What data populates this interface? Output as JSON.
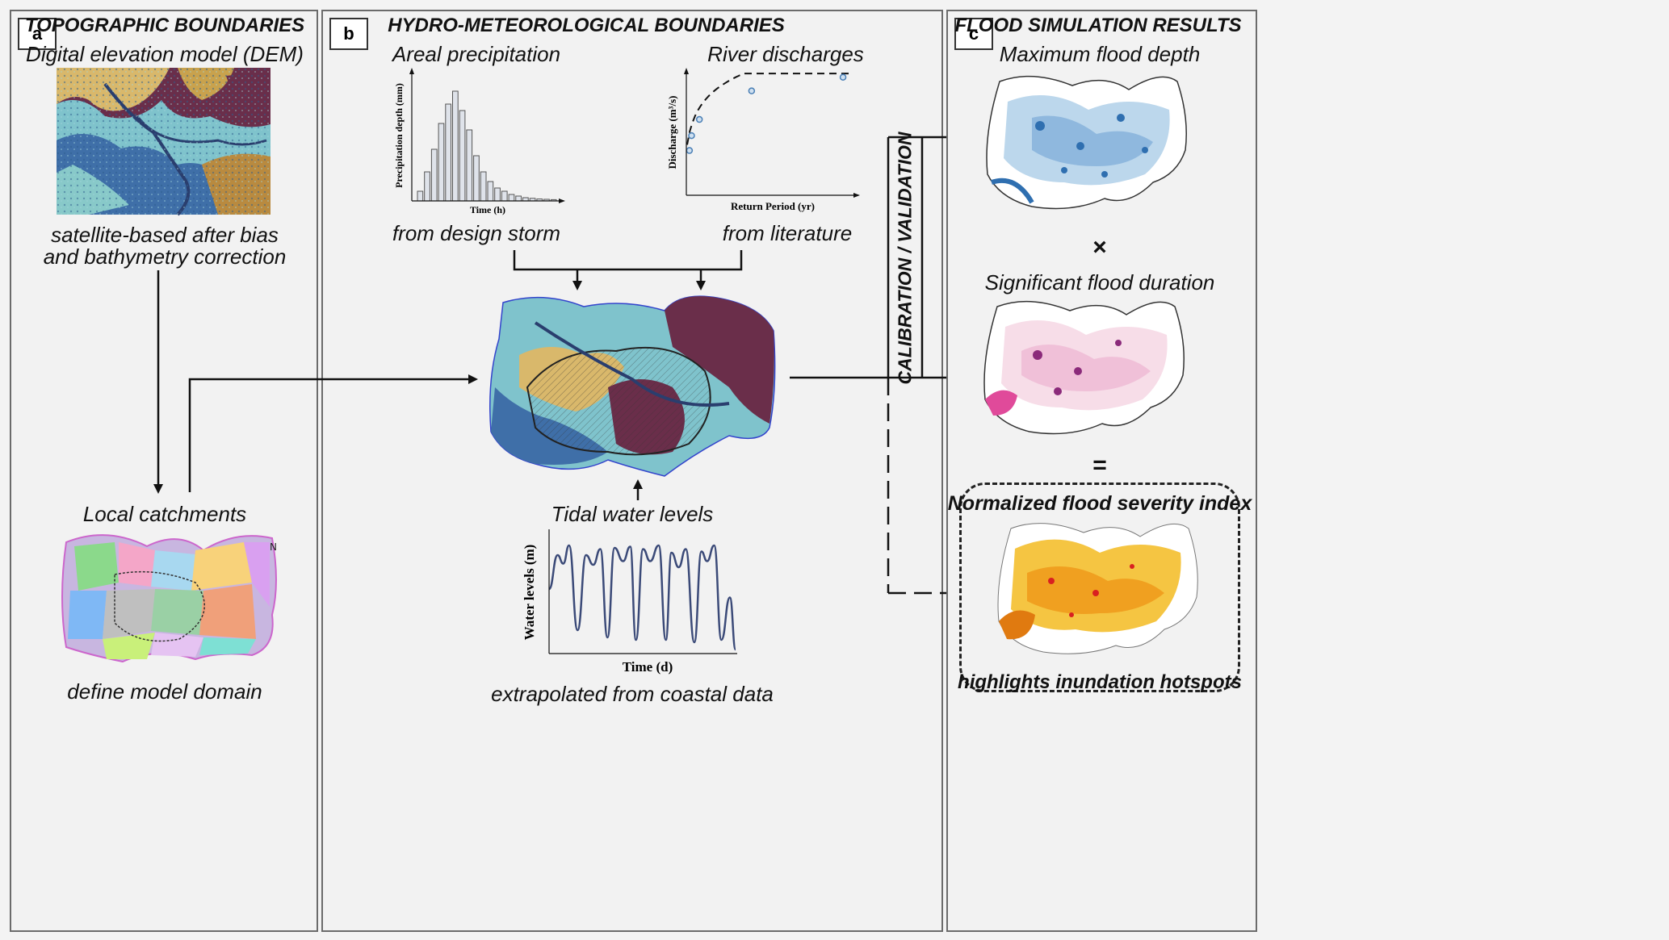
{
  "panel_a": {
    "letter": "a",
    "title": "TOPOGRAPHIC BOUNDARIES",
    "dem_label": "Digital elevation model (DEM)",
    "dem_caption_1": "satellite-based after bias",
    "dem_caption_2": "and bathymetry correction",
    "catch_label": "Local catchments",
    "catch_caption": "define model domain"
  },
  "panel_b": {
    "letter": "b",
    "title": "HYDRO-METEOROLOGICAL BOUNDARIES",
    "precip_label": "Areal precipitation",
    "precip_caption": "from design storm",
    "discharge_label": "River discharges",
    "discharge_caption": "from literature",
    "tidal_label": "Tidal water levels",
    "tidal_caption": "extrapolated from coastal data"
  },
  "panel_c": {
    "letter": "c",
    "title": "FLOOD SIMULATION RESULTS",
    "depth_label": "Maximum flood depth",
    "times_symbol": "×",
    "duration_label": "Significant flood duration",
    "equals_symbol": "=",
    "index_label": "Normalized flood severity index",
    "index_caption": "highlights inundation hotspots"
  },
  "calibration_label": "CALIBRATION / VALIDATION",
  "chart_data": [
    {
      "type": "bar",
      "xlabel": "Time (h)",
      "ylabel": "Precipitation depth (mm)",
      "values": [
        3,
        9,
        16,
        24,
        30,
        34,
        28,
        22,
        14,
        9,
        6,
        4,
        3,
        2,
        1.5,
        1,
        0.8,
        0.6,
        0.5,
        0.4
      ],
      "ylim": [
        0,
        38
      ],
      "bar_color": "#dfe3ea"
    },
    {
      "type": "scatter",
      "xlabel": "Return Period (yr)",
      "ylabel": "Discharge (m³/s)",
      "x": [
        1.2,
        2,
        5,
        25,
        60
      ],
      "y": [
        0.36,
        0.48,
        0.61,
        0.84,
        0.95
      ],
      "fit_curve": "dashed",
      "xlim": [
        0,
        64
      ],
      "ylim": [
        0,
        1
      ],
      "point_color": "#4a7fb5"
    },
    {
      "type": "line",
      "xlabel": "Time (d)",
      "ylabel": "Water levels (m)",
      "ylim": [
        0,
        1
      ],
      "series": [
        {
          "x": [
            0,
            0.3,
            0.5,
            0.7,
            1.0,
            1.3,
            1.55,
            1.8,
            2.05,
            2.3,
            2.6,
            2.85,
            3.05,
            3.3,
            3.55,
            3.85,
            4.1,
            4.3,
            4.55,
            4.8,
            5.1,
            5.35,
            5.55,
            5.8,
            6.05,
            6.35,
            6.55
          ],
          "y": [
            0.52,
            0.8,
            0.73,
            0.88,
            0.18,
            0.8,
            0.72,
            0.85,
            0.12,
            0.86,
            0.75,
            0.87,
            0.1,
            0.85,
            0.75,
            0.88,
            0.1,
            0.82,
            0.7,
            0.85,
            0.08,
            0.83,
            0.75,
            0.88,
            0.1,
            0.45,
            0.02
          ]
        }
      ],
      "line_color": "#3b4a78"
    }
  ]
}
